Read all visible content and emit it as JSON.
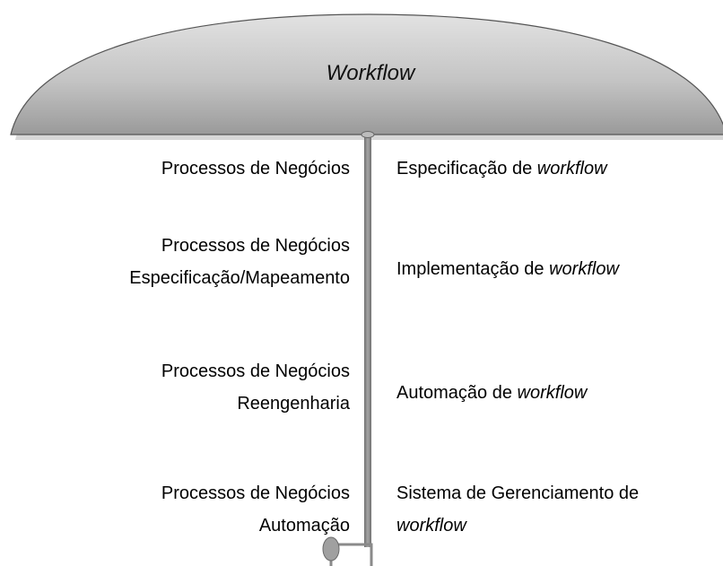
{
  "title": "Workflow",
  "colors": {
    "canopy_top": "#e2e2e2",
    "canopy_bottom": "#9a9a9a",
    "pole": "#8c8c8c",
    "outline": "#555555"
  },
  "rows": [
    {
      "left": [
        "Processos de Negócios"
      ],
      "right": {
        "text": "Especificação de ",
        "em": "workflow"
      }
    },
    {
      "left": [
        "Processos de Negócios",
        "Especificação/Mapeamento"
      ],
      "right": {
        "text": "Implementação de ",
        "em": "workflow"
      }
    },
    {
      "left": [
        "Processos de Negócios",
        "Reengenharia"
      ],
      "right": {
        "text": "Automação de ",
        "em": "workflow"
      }
    },
    {
      "left": [
        "Processos de Negócios",
        "Automação"
      ],
      "right": {
        "text": "Sistema de Gerenciamento de",
        "em": "workflow"
      }
    }
  ]
}
